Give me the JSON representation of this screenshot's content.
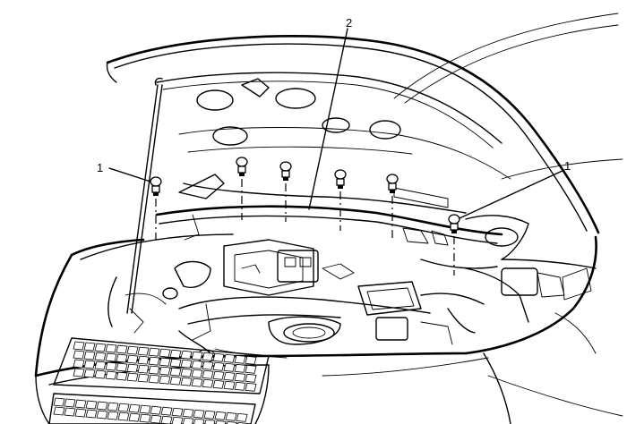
{
  "callouts": [
    {
      "id": "clip-left",
      "text": "1"
    },
    {
      "id": "cowl-seal",
      "text": "2"
    },
    {
      "id": "clip-right",
      "text": "1"
    }
  ],
  "colors": {
    "ink": "#000000",
    "paper": "#ffffff"
  }
}
